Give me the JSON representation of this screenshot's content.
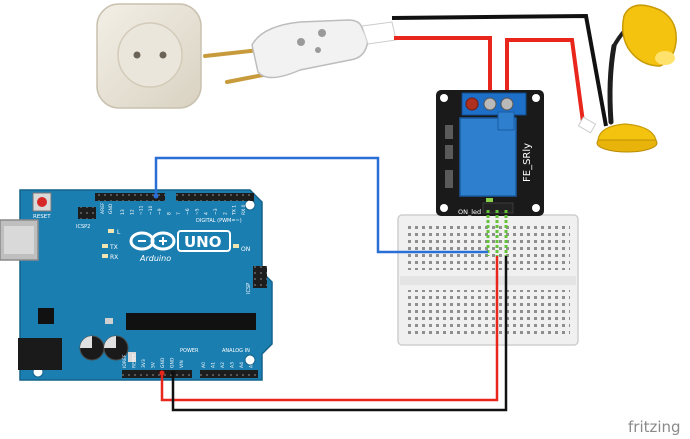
{
  "board": {
    "reset_label": "RESET",
    "icsp2_label": "ICSP2",
    "icsp_label": "ICSP",
    "brand_label": "UNO",
    "brand_sub": "Arduino",
    "digital_label": "DIGITAL (PWM=~)",
    "on_label": "ON",
    "led_l": "L",
    "led_tx": "TX",
    "led_rx": "RX",
    "power_label": "POWER",
    "analog_label": "ANALOG IN",
    "aref_label": "AREF",
    "gnd_label": "GND",
    "power_pins": [
      "IOREF",
      "RESET",
      "3V3",
      "5V",
      "GND",
      "GND",
      "VIN"
    ],
    "analog_pins": [
      "A0",
      "A1",
      "A2",
      "A3",
      "A4",
      "A5"
    ],
    "digital_pins": [
      "13",
      "12",
      "~11",
      "~10",
      "~9",
      "8",
      "7",
      "~6",
      "~5",
      "4",
      "~3",
      "2",
      "TX 1",
      "RX 0"
    ]
  },
  "relay": {
    "label": "FE_SRly",
    "led_label": "ON_led"
  },
  "footer": {
    "logo": "fritzing"
  },
  "colors": {
    "board": "#1b7eb1",
    "relay_pcb": "#1a1a1a",
    "relay_body": "#2f7fcf",
    "wire_red": "#e8261c",
    "wire_black": "#111111",
    "wire_blue": "#2a6fd6",
    "lamp_yellow": "#f3c310"
  }
}
